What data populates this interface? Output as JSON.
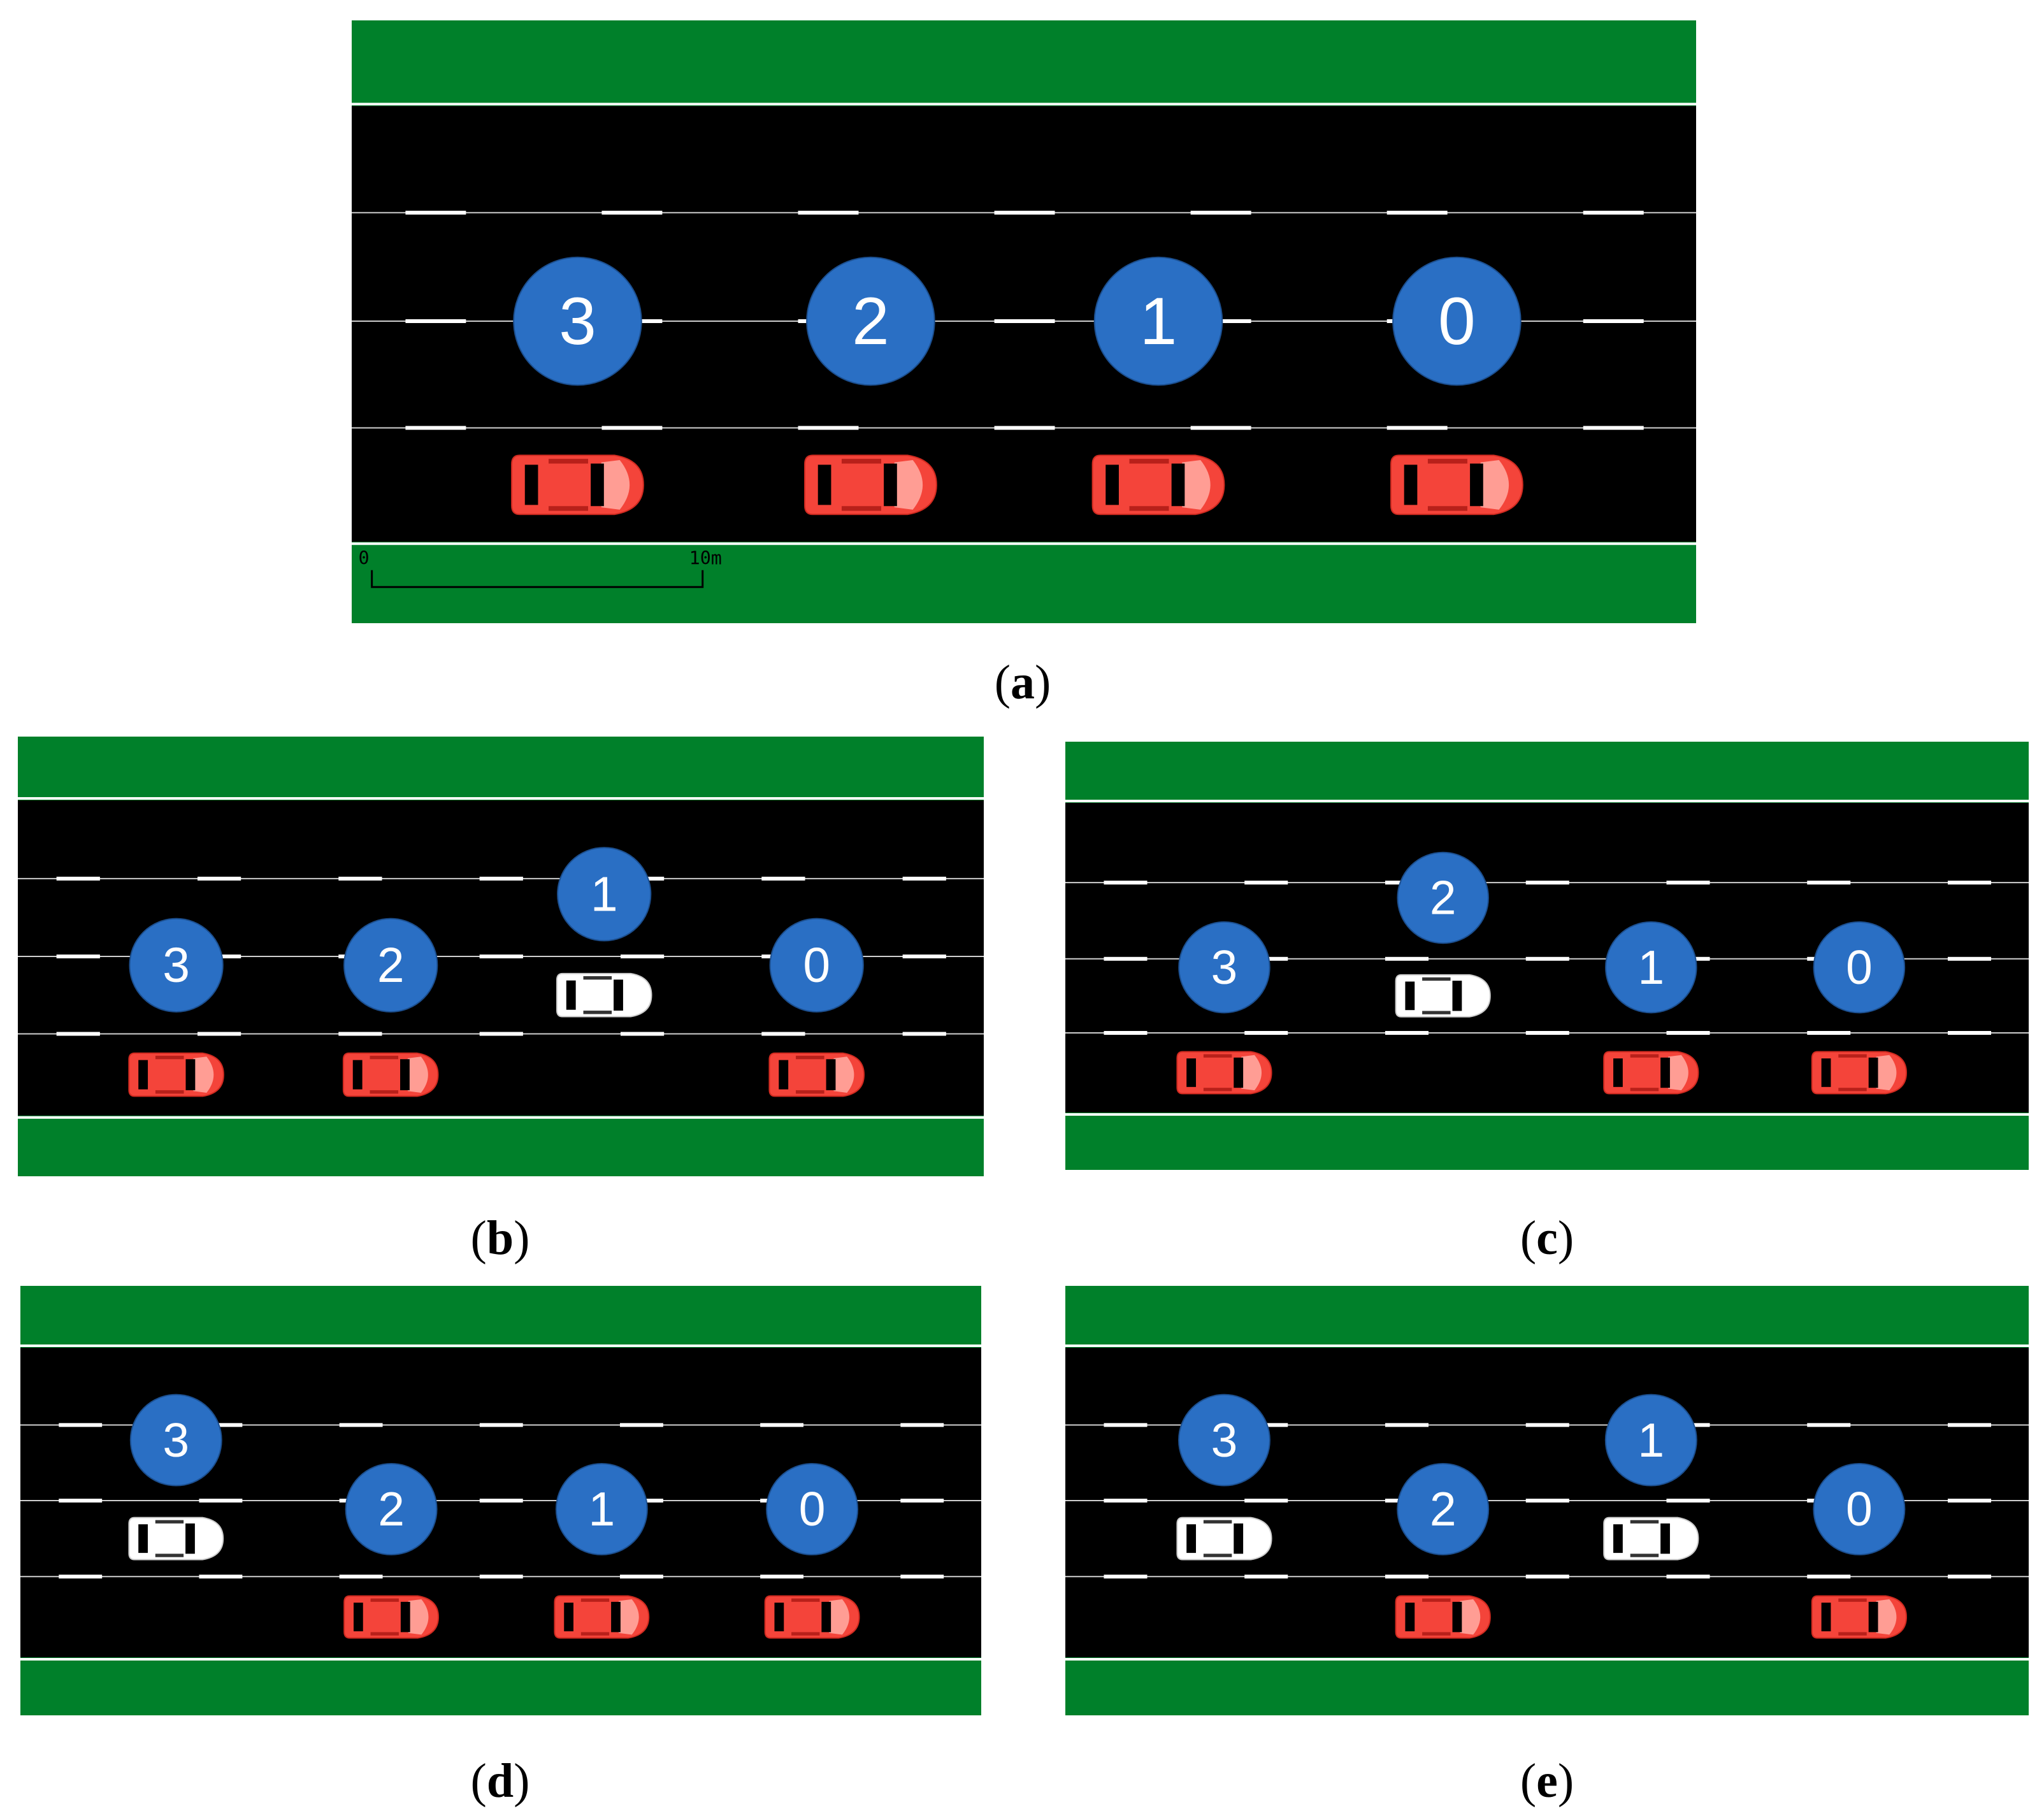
{
  "colors": {
    "grass": "#00802a",
    "road": "#000000",
    "lane_line": "#ffffff",
    "marker_fill": "#2a6fc4",
    "marker_text": "#ffffff",
    "car_red": "#f4443a",
    "car_red_light": "#ff9d94",
    "car_white": "#ffffff"
  },
  "scale_bar": {
    "start_label": "0",
    "end_label": "10m"
  },
  "panels": [
    {
      "id": "a",
      "caption": "a",
      "markers": [
        {
          "label": "3",
          "col": 0,
          "lane": 2
        },
        {
          "label": "2",
          "col": 1,
          "lane": 2
        },
        {
          "label": "1",
          "col": 2,
          "lane": 2
        },
        {
          "label": "0",
          "col": 3,
          "lane": 2
        }
      ],
      "cars": [
        {
          "col": 0,
          "lane": 3,
          "color": "red"
        },
        {
          "col": 1,
          "lane": 3,
          "color": "red"
        },
        {
          "col": 2,
          "lane": 3,
          "color": "red"
        },
        {
          "col": 3,
          "lane": 3,
          "color": "red"
        }
      ]
    },
    {
      "id": "b",
      "caption": "b",
      "markers": [
        {
          "label": "3",
          "col": 0,
          "lane": 2
        },
        {
          "label": "2",
          "col": 1,
          "lane": 2
        },
        {
          "label": "1",
          "col": 2,
          "lane": 1
        },
        {
          "label": "0",
          "col": 3,
          "lane": 2
        }
      ],
      "cars": [
        {
          "col": 0,
          "lane": 3,
          "color": "red"
        },
        {
          "col": 1,
          "lane": 3,
          "color": "red"
        },
        {
          "col": 2,
          "lane": 2,
          "color": "white"
        },
        {
          "col": 3,
          "lane": 3,
          "color": "red"
        }
      ]
    },
    {
      "id": "c",
      "caption": "c",
      "markers": [
        {
          "label": "3",
          "col": 0,
          "lane": 2
        },
        {
          "label": "2",
          "col": 1,
          "lane": 1
        },
        {
          "label": "1",
          "col": 2,
          "lane": 2
        },
        {
          "label": "0",
          "col": 3,
          "lane": 2
        }
      ],
      "cars": [
        {
          "col": 0,
          "lane": 3,
          "color": "red"
        },
        {
          "col": 1,
          "lane": 2,
          "color": "white"
        },
        {
          "col": 2,
          "lane": 3,
          "color": "red"
        },
        {
          "col": 3,
          "lane": 3,
          "color": "red"
        }
      ]
    },
    {
      "id": "d",
      "caption": "d",
      "markers": [
        {
          "label": "3",
          "col": 0,
          "lane": 1
        },
        {
          "label": "2",
          "col": 1,
          "lane": 2
        },
        {
          "label": "1",
          "col": 2,
          "lane": 2
        },
        {
          "label": "0",
          "col": 3,
          "lane": 2
        }
      ],
      "cars": [
        {
          "col": 0,
          "lane": 2,
          "color": "white"
        },
        {
          "col": 1,
          "lane": 3,
          "color": "red"
        },
        {
          "col": 2,
          "lane": 3,
          "color": "red"
        },
        {
          "col": 3,
          "lane": 3,
          "color": "red"
        }
      ]
    },
    {
      "id": "e",
      "caption": "e",
      "markers": [
        {
          "label": "3",
          "col": 0,
          "lane": 1
        },
        {
          "label": "2",
          "col": 1,
          "lane": 2
        },
        {
          "label": "1",
          "col": 2,
          "lane": 1
        },
        {
          "label": "0",
          "col": 3,
          "lane": 2
        }
      ],
      "cars": [
        {
          "col": 0,
          "lane": 2,
          "color": "white"
        },
        {
          "col": 1,
          "lane": 3,
          "color": "red"
        },
        {
          "col": 2,
          "lane": 2,
          "color": "white"
        },
        {
          "col": 3,
          "lane": 3,
          "color": "red"
        }
      ]
    }
  ]
}
